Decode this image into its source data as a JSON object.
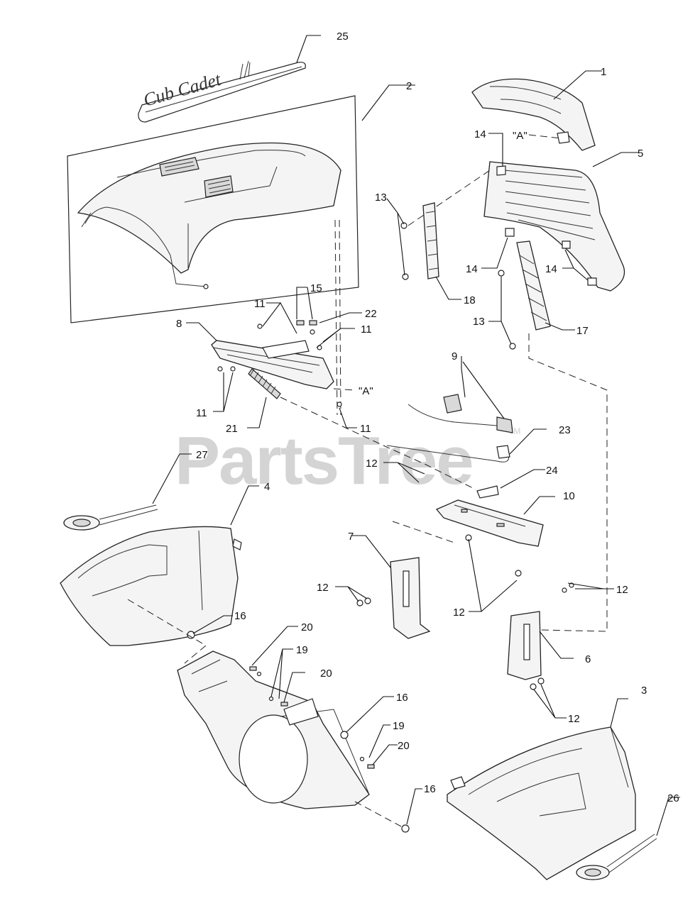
{
  "watermark": {
    "text": "PartsTree",
    "trademark": "TM"
  },
  "decal_text": "Cub Cadet",
  "reference_marks": [
    "\"A\"",
    "\"A\""
  ],
  "callouts": [
    {
      "id": "c1",
      "label": "1"
    },
    {
      "id": "c2",
      "label": "2"
    },
    {
      "id": "c3",
      "label": "3"
    },
    {
      "id": "c4",
      "label": "4"
    },
    {
      "id": "c5",
      "label": "5"
    },
    {
      "id": "c6",
      "label": "6"
    },
    {
      "id": "c7",
      "label": "7"
    },
    {
      "id": "c8",
      "label": "8"
    },
    {
      "id": "c9",
      "label": "9"
    },
    {
      "id": "c10",
      "label": "10"
    },
    {
      "id": "c11a",
      "label": "11"
    },
    {
      "id": "c11b",
      "label": "11"
    },
    {
      "id": "c11c",
      "label": "11"
    },
    {
      "id": "c11d",
      "label": "11"
    },
    {
      "id": "c12a",
      "label": "12"
    },
    {
      "id": "c12b",
      "label": "12"
    },
    {
      "id": "c12c",
      "label": "12"
    },
    {
      "id": "c12d",
      "label": "12"
    },
    {
      "id": "c12e",
      "label": "12"
    },
    {
      "id": "c13a",
      "label": "13"
    },
    {
      "id": "c13b",
      "label": "13"
    },
    {
      "id": "c14a",
      "label": "14"
    },
    {
      "id": "c14b",
      "label": "14"
    },
    {
      "id": "c14c",
      "label": "14"
    },
    {
      "id": "c15",
      "label": "15"
    },
    {
      "id": "c16a",
      "label": "16"
    },
    {
      "id": "c16b",
      "label": "16"
    },
    {
      "id": "c16c",
      "label": "16"
    },
    {
      "id": "c17",
      "label": "17"
    },
    {
      "id": "c18",
      "label": "18"
    },
    {
      "id": "c19a",
      "label": "19"
    },
    {
      "id": "c19b",
      "label": "19"
    },
    {
      "id": "c20a",
      "label": "20"
    },
    {
      "id": "c20b",
      "label": "20"
    },
    {
      "id": "c20c",
      "label": "20"
    },
    {
      "id": "c21",
      "label": "21"
    },
    {
      "id": "c22",
      "label": "22"
    },
    {
      "id": "c23",
      "label": "23"
    },
    {
      "id": "c24",
      "label": "24"
    },
    {
      "id": "c25",
      "label": "25"
    },
    {
      "id": "c26",
      "label": "26"
    },
    {
      "id": "c27",
      "label": "27"
    }
  ]
}
